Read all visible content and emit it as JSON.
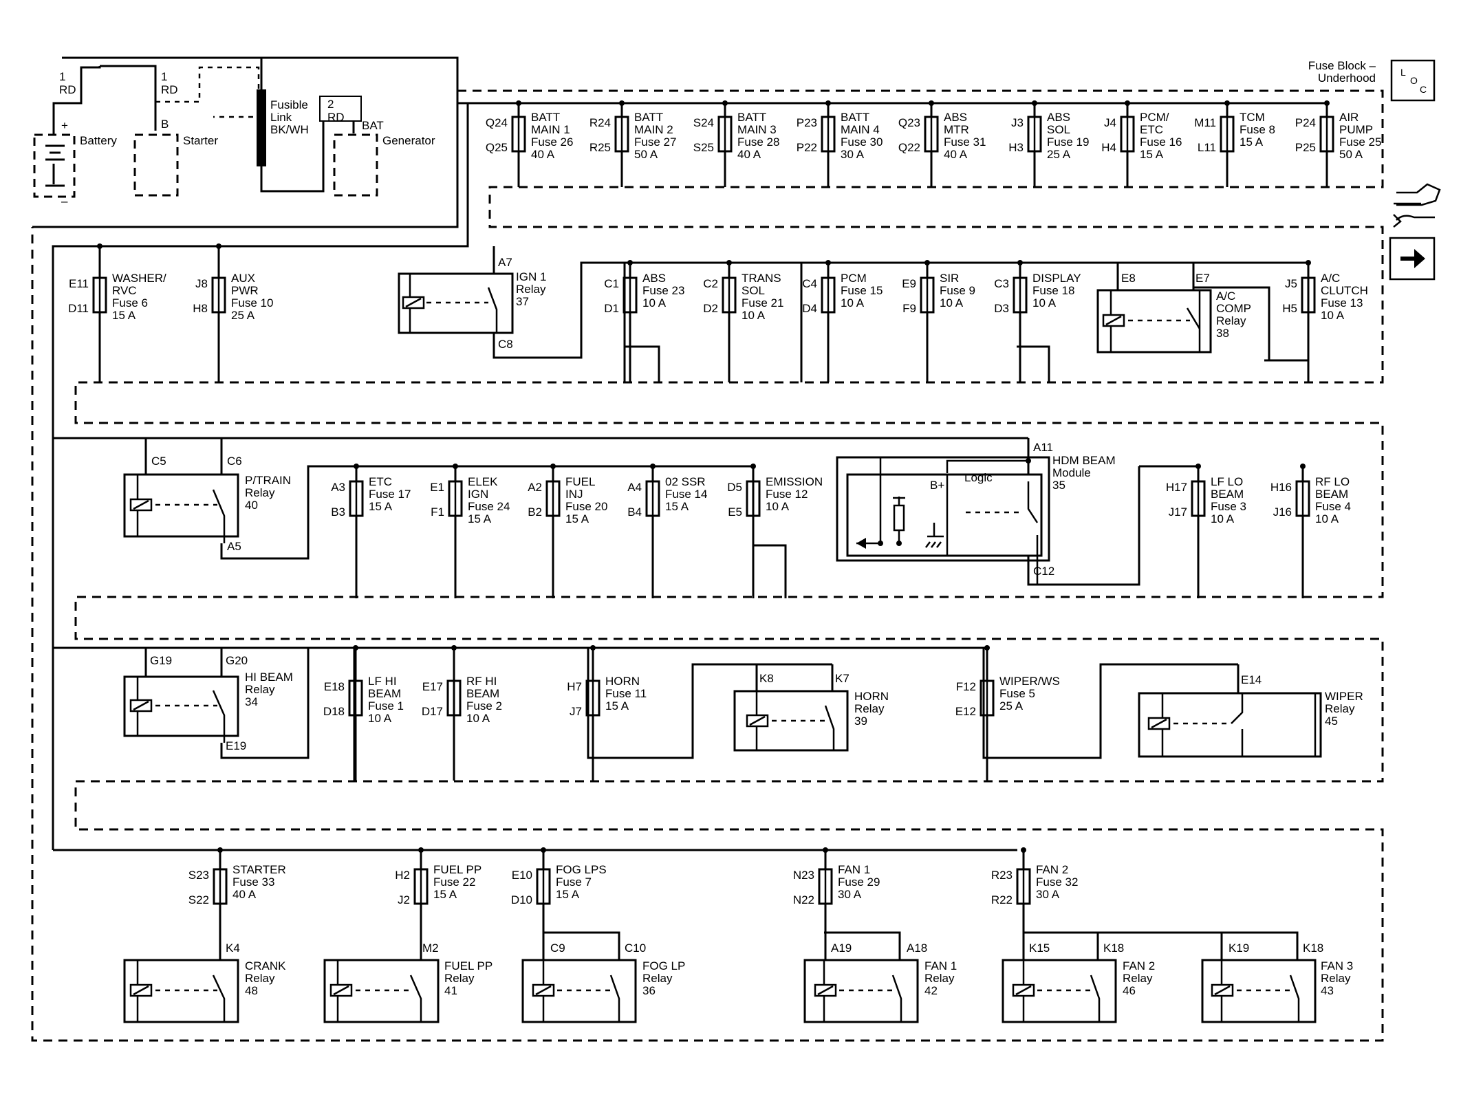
{
  "fuse_block_title": "Fuse Block –",
  "fuse_block_subtitle": "Underhood",
  "loc_icon": {
    "l": "L",
    "o": "O",
    "c": "C"
  },
  "nav_icons": [
    "connector-icon",
    "next-arrow-icon"
  ],
  "power_sources": {
    "battery": {
      "wire_num": "1",
      "wire_color": "RD",
      "label": "Battery",
      "plus": "+",
      "minus": "–"
    },
    "starter": {
      "wire_num": "1",
      "wire_color": "RD",
      "terminal": "B",
      "label": "Starter"
    },
    "fusible_link": {
      "line1": "Fusible",
      "line2": "Link",
      "line3": "BK/WH"
    },
    "generator": {
      "wire_num": "2",
      "wire_color": "RD",
      "terminal": "BAT",
      "label": "Generator"
    }
  },
  "main_fuses": [
    {
      "top": "Q24",
      "bottom": "Q25",
      "name1": "BATT",
      "name2": "MAIN 1",
      "fuse": "Fuse 26",
      "amps": "40 A"
    },
    {
      "top": "R24",
      "bottom": "R25",
      "name1": "BATT",
      "name2": "MAIN 2",
      "fuse": "Fuse 27",
      "amps": "50 A"
    },
    {
      "top": "S24",
      "bottom": "S25",
      "name1": "BATT",
      "name2": "MAIN 3",
      "fuse": "Fuse 28",
      "amps": "40 A"
    },
    {
      "top": "P23",
      "bottom": "P22",
      "name1": "BATT",
      "name2": "MAIN 4",
      "fuse": "Fuse 30",
      "amps": "30 A"
    },
    {
      "top": "Q23",
      "bottom": "Q22",
      "name1": "ABS",
      "name2": "MTR",
      "fuse": "Fuse 31",
      "amps": "40 A"
    },
    {
      "top": "J3",
      "bottom": "H3",
      "name1": "ABS",
      "name2": "SOL",
      "fuse": "Fuse 19",
      "amps": "25 A"
    },
    {
      "top": "J4",
      "bottom": "H4",
      "name1": "PCM/",
      "name2": "ETC",
      "fuse": "Fuse 16",
      "amps": "15 A"
    },
    {
      "top": "M11",
      "bottom": "L11",
      "name1": "TCM",
      "name2": "Fuse 8",
      "fuse": "15 A",
      "amps": ""
    },
    {
      "top": "P24",
      "bottom": "P25",
      "name1": "AIR",
      "name2": "PUMP",
      "fuse": "Fuse 25",
      "amps": "50 A"
    }
  ],
  "row2_fuses": [
    {
      "top": "E11",
      "bottom": "D11",
      "name1": "WASHER/",
      "name2": "RVC",
      "fuse": "Fuse 6",
      "amps": "15 A"
    },
    {
      "top": "J8",
      "bottom": "H8",
      "name1": "AUX",
      "name2": "PWR",
      "fuse": "Fuse 10",
      "amps": "25 A"
    },
    {
      "top": "C1",
      "bottom": "D1",
      "name1": "ABS",
      "name2": "Fuse 23",
      "fuse": "10 A",
      "amps": ""
    },
    {
      "top": "C2",
      "bottom": "D2",
      "name1": "TRANS",
      "name2": "SOL",
      "fuse": "Fuse 21",
      "amps": "10 A"
    },
    {
      "top": "C4",
      "bottom": "D4",
      "name1": "PCM",
      "name2": "Fuse 15",
      "fuse": "10 A",
      "amps": ""
    },
    {
      "top": "E9",
      "bottom": "F9",
      "name1": "SIR",
      "name2": "Fuse 9",
      "fuse": "10 A",
      "amps": ""
    },
    {
      "top": "C3",
      "bottom": "D3",
      "name1": "DISPLAY",
      "name2": "Fuse 18",
      "fuse": "10 A",
      "amps": ""
    },
    {
      "top": "J5",
      "bottom": "H5",
      "name1": "A/C",
      "name2": "CLUTCH",
      "fuse": "Fuse 13",
      "amps": "10 A"
    }
  ],
  "row3_fuses": [
    {
      "top": "A3",
      "bottom": "B3",
      "name1": "ETC",
      "name2": "Fuse 17",
      "fuse": "15 A",
      "amps": ""
    },
    {
      "top": "E1",
      "bottom": "F1",
      "name1": "ELEK",
      "name2": "IGN",
      "fuse": "Fuse 24",
      "amps": "15 A"
    },
    {
      "top": "A2",
      "bottom": "B2",
      "name1": "FUEL",
      "name2": "INJ",
      "fuse": "Fuse 20",
      "amps": "15 A"
    },
    {
      "top": "A4",
      "bottom": "B4",
      "name1": "02 SSR",
      "name2": "Fuse 14",
      "fuse": "15 A",
      "amps": ""
    },
    {
      "top": "D5",
      "bottom": "E5",
      "name1": "EMISSION",
      "name2": "Fuse 12",
      "fuse": "10 A",
      "amps": ""
    },
    {
      "top": "H17",
      "bottom": "J17",
      "name1": "LF LO",
      "name2": "BEAM",
      "fuse": "Fuse 3",
      "amps": "10 A"
    },
    {
      "top": "H16",
      "bottom": "J16",
      "name1": "RF LO",
      "name2": "BEAM",
      "fuse": "Fuse 4",
      "amps": "10 A"
    }
  ],
  "row4_fuses": [
    {
      "top": "E18",
      "bottom": "D18",
      "name1": "LF HI",
      "name2": "BEAM",
      "fuse": "Fuse 1",
      "amps": "10 A"
    },
    {
      "top": "E17",
      "bottom": "D17",
      "name1": "RF HI",
      "name2": "BEAM",
      "fuse": "Fuse 2",
      "amps": "10 A"
    },
    {
      "top": "H7",
      "bottom": "J7",
      "name1": "HORN",
      "name2": "Fuse 11",
      "fuse": "15 A",
      "amps": ""
    },
    {
      "top": "F12",
      "bottom": "E12",
      "name1": "WIPER/WS",
      "name2": "Fuse 5",
      "fuse": "25 A",
      "amps": ""
    }
  ],
  "row5_fuses": [
    {
      "top": "S23",
      "bottom": "S22",
      "name1": "STARTER",
      "name2": "Fuse 33",
      "fuse": "40 A",
      "amps": ""
    },
    {
      "top": "H2",
      "bottom": "J2",
      "name1": "FUEL PP",
      "name2": "Fuse 22",
      "fuse": "15 A",
      "amps": ""
    },
    {
      "top": "E10",
      "bottom": "D10",
      "name1": "FOG LPS",
      "name2": "Fuse 7",
      "fuse": "15 A",
      "amps": ""
    },
    {
      "top": "N23",
      "bottom": "N22",
      "name1": "FAN 1",
      "name2": "Fuse 29",
      "fuse": "30 A",
      "amps": ""
    },
    {
      "top": "R23",
      "bottom": "R22",
      "name1": "FAN 2",
      "name2": "Fuse 32",
      "fuse": "30 A",
      "amps": ""
    }
  ],
  "relays": {
    "ign1": {
      "pin_in": "A7",
      "pin_out": "C8",
      "l1": "IGN 1",
      "l2": "Relay",
      "l3": "37"
    },
    "ac_comp": {
      "pin_a": "E8",
      "pin_b": "E7",
      "l1": "A/C",
      "l2": "COMP",
      "l3": "Relay",
      "l4": "38"
    },
    "ptrain": {
      "pin_a": "C5",
      "pin_b": "C6",
      "pin_out": "A5",
      "l1": "P/TRAIN",
      "l2": "Relay",
      "l3": "40"
    },
    "hdm": {
      "pin_in": "A11",
      "pin_out": "C12",
      "l1": "HDM BEAM",
      "l2": "Module",
      "l3": "35",
      "logic": "Logic",
      "bplus": "B+"
    },
    "hibeam": {
      "pin_a": "G19",
      "pin_b": "G20",
      "pin_out": "E19",
      "l1": "HI BEAM",
      "l2": "Relay",
      "l3": "34"
    },
    "horn": {
      "pin_a": "K8",
      "pin_b": "K7",
      "l1": "HORN",
      "l2": "Relay",
      "l3": "39"
    },
    "wiper": {
      "pin_a": "E14",
      "l1": "WIPER",
      "l2": "Relay",
      "l3": "45"
    },
    "crank": {
      "pin": "K4",
      "l1": "CRANK",
      "l2": "Relay",
      "l3": "48"
    },
    "fuelpp": {
      "pin": "M2",
      "l1": "FUEL PP",
      "l2": "Relay",
      "l3": "41"
    },
    "foglp": {
      "pin_a": "C9",
      "pin_b": "C10",
      "l1": "FOG LP",
      "l2": "Relay",
      "l3": "36"
    },
    "fan1": {
      "pin_a": "A19",
      "pin_b": "A18",
      "l1": "FAN 1",
      "l2": "Relay",
      "l3": "42"
    },
    "fan2": {
      "pin_a": "K15",
      "pin_b": "K18",
      "l1": "FAN 2",
      "l2": "Relay",
      "l3": "46"
    },
    "fan3": {
      "pin_a": "K19",
      "pin_b": "K18",
      "l1": "FAN 3",
      "l2": "Relay",
      "l3": "43"
    }
  }
}
